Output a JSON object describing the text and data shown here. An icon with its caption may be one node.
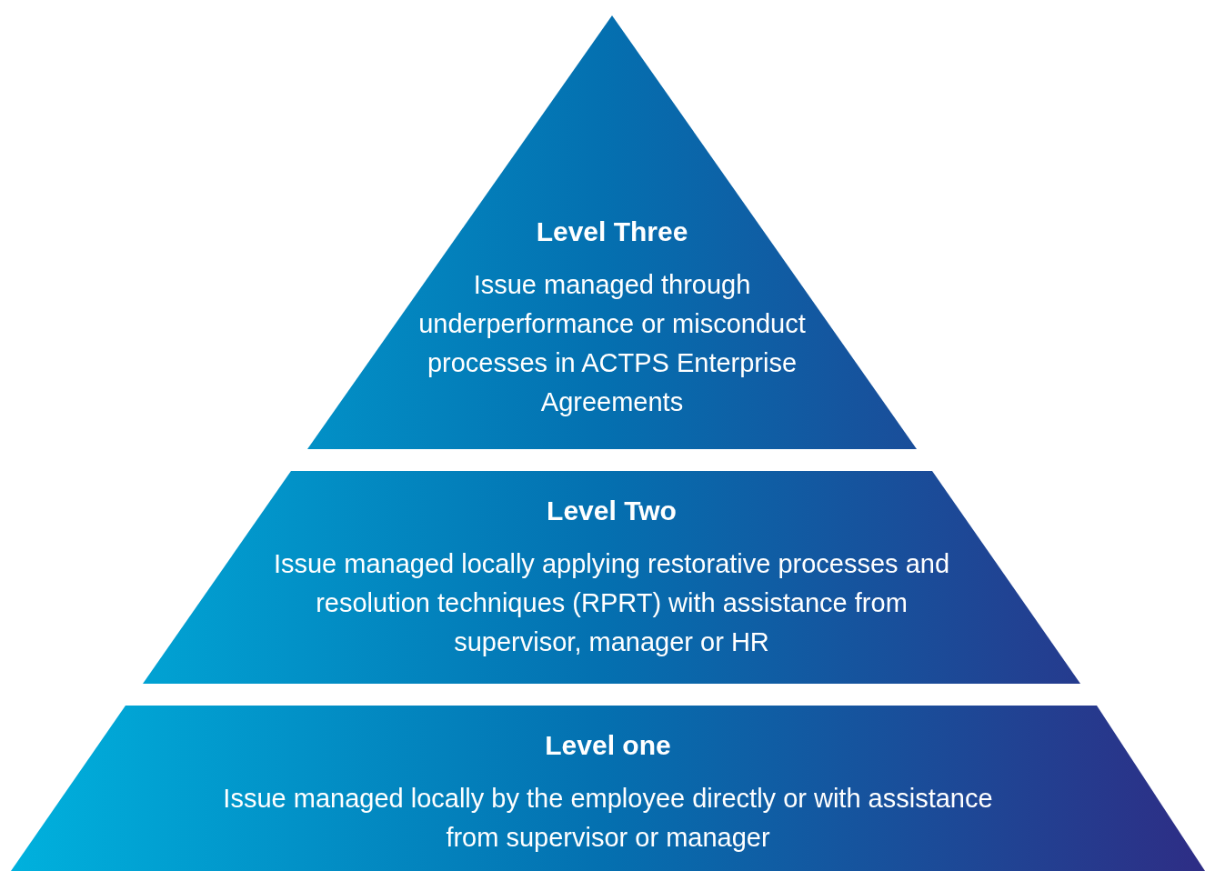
{
  "diagram": {
    "nodes": [
      {
        "text": [
          "Level Three",
          "Issue managed through underperformance or misconduct processes in ACTPS Enterprise Agreements"
        ]
      },
      {
        "text": [
          "Level Two",
          "Issue managed locally applying restorative processes and resolution techniques (RPRT) with assistance from supervisor, manager or HR"
        ]
      },
      {
        "text": [
          "Level one",
          "Issue managed locally by the employee directly or with assistance from supervisor or manager"
        ]
      }
    ]
  }
}
